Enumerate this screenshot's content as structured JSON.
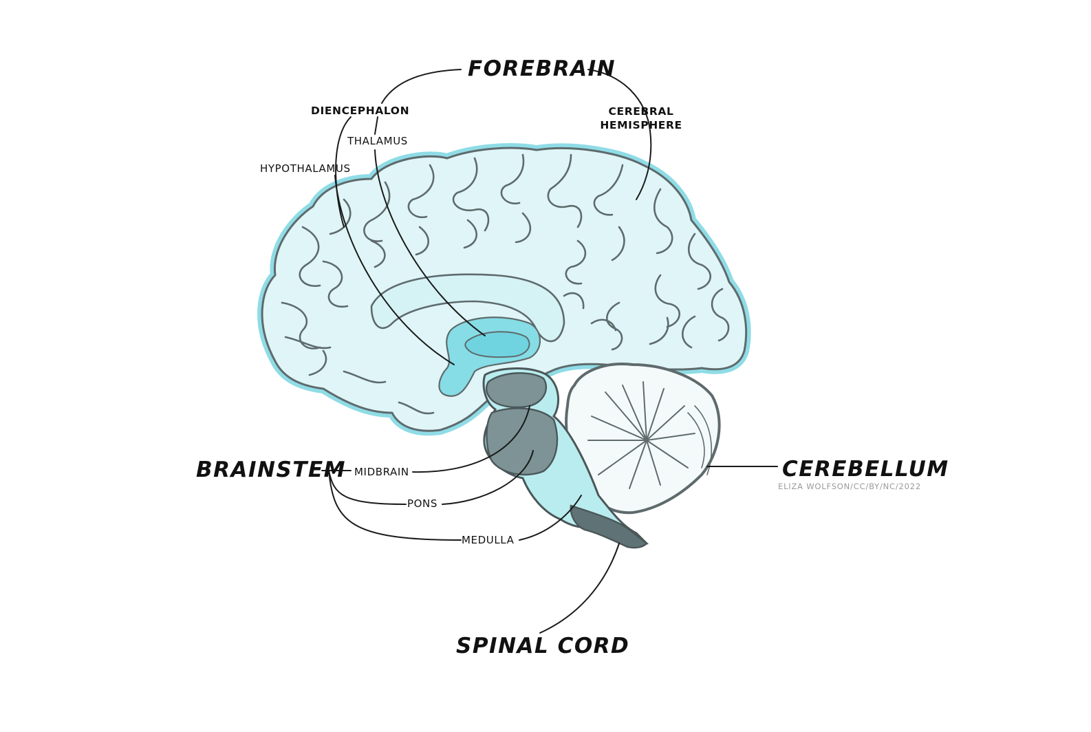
{
  "labels": {
    "forebrain": "FOREBRAIN",
    "diencephalon": "DIENCEPHALON",
    "thalamus": "THALAMUS",
    "hypothalamus": "HYPOTHALAMUS",
    "cerebral_hemisphere_line1": "CEREBRAL",
    "cerebral_hemisphere_line2": "HEMISPHERE",
    "brainstem": "BRAINSTEM",
    "midbrain": "MIDBRAIN",
    "pons": "PONS",
    "medulla": "MEDULLA",
    "cerebellum": "CEREBELLUM",
    "spinal_cord": "SPINAL CORD",
    "credit": "ELIZA WOLFSON/CC/BY/NC/2022"
  },
  "colors": {
    "cerebrum_fill": "#dff5f7",
    "cerebrum_outline": "#8fdce6",
    "diencephalon_fill": "#86dde6",
    "brainstem_fill": "#b9ecee",
    "brainstem_dark": "#7d9396",
    "cerebellum_fill": "#f4fafa",
    "line": "#333333"
  }
}
